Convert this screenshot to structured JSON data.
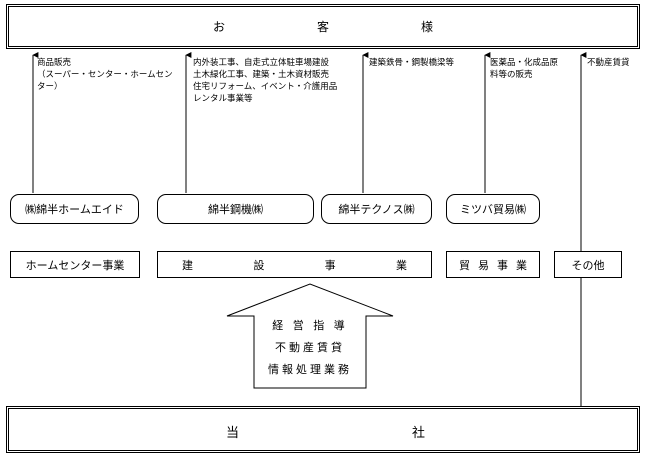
{
  "customer": {
    "label": "お　　客　　様",
    "c1": "お",
    "c2": "客",
    "c3": "様"
  },
  "company": {
    "c1": "当",
    "c2": "社"
  },
  "annotations": {
    "home": [
      "商品販売",
      "（スーパー・センター・ホームセン",
      "ター）"
    ],
    "construction": [
      "内外装工事、自走式立体駐車場建設",
      "土木緑化工事、建築・土木資材販売",
      "住宅リフォーム、イベント・介護用品",
      "レンタル事業等"
    ],
    "technos": [
      "建築鉄骨・鋼製橋梁等"
    ],
    "trade": [
      "医薬品・化成品原",
      "料等の販売"
    ],
    "other": [
      "不動産賃貸"
    ]
  },
  "subsidiaries": {
    "home_aid": "㈱綿半ホームエイド",
    "koki": "綿半鋼機㈱",
    "technos": "綿半テクノス㈱",
    "mitsuba": "ミツバ貿易㈱"
  },
  "segments": {
    "home": "ホームセンター事業",
    "construction": [
      "建",
      "設",
      "事",
      "業"
    ],
    "trade": [
      "貿",
      "易",
      "事",
      "業"
    ],
    "other": "その他"
  },
  "center_arrow": [
    "経 営 指 導",
    "不動産賃貸",
    "情報処理業務"
  ]
}
